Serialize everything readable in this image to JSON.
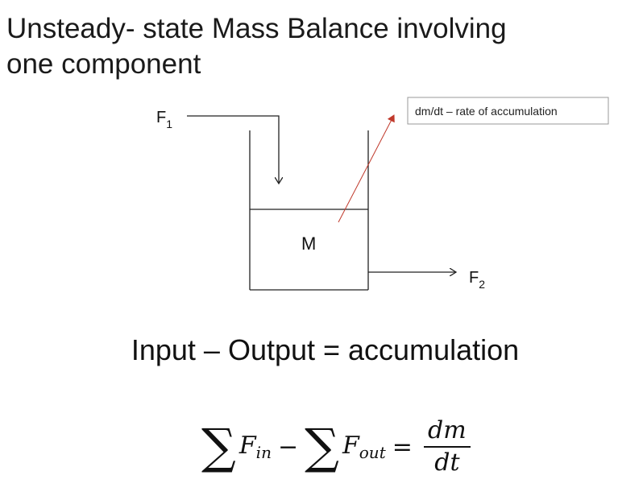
{
  "title": {
    "line1": "Unsteady- state Mass Balance involving",
    "line2": "one component"
  },
  "diagram": {
    "inflow_label_base": "F",
    "inflow_label_sub": "1",
    "outflow_label_base": "F",
    "outflow_label_sub": "2",
    "mass_label": "M",
    "callout_text": "dm/dt – rate of accumulation",
    "arrow_color": "#c0392b"
  },
  "equation_text": "Input – Output = accumulation",
  "formula": {
    "sigma": "∑",
    "f": "F",
    "in_sub": "in",
    "minus": "−",
    "out_sub": "out",
    "equals": "=",
    "numerator": "dm",
    "denominator": "dt"
  }
}
